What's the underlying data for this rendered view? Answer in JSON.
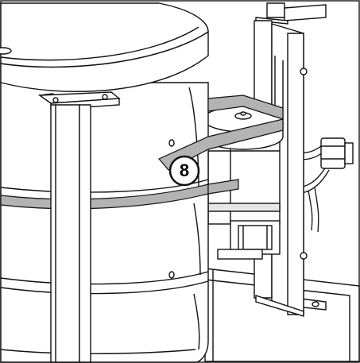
{
  "diagram": {
    "callout": {
      "label": "8"
    },
    "colors": {
      "line": "#111111",
      "fill": "#ffffff",
      "belt": "#b3b3b3",
      "light_gray": "#e6e6e6",
      "border": "#222222"
    },
    "icons": {
      "tank": "cylindrical-drum",
      "motor": "stepper-motor",
      "pulley": "belt-pulley",
      "belt": "drive-belt",
      "frame": "support-frame",
      "connector": "wire-connector"
    }
  }
}
